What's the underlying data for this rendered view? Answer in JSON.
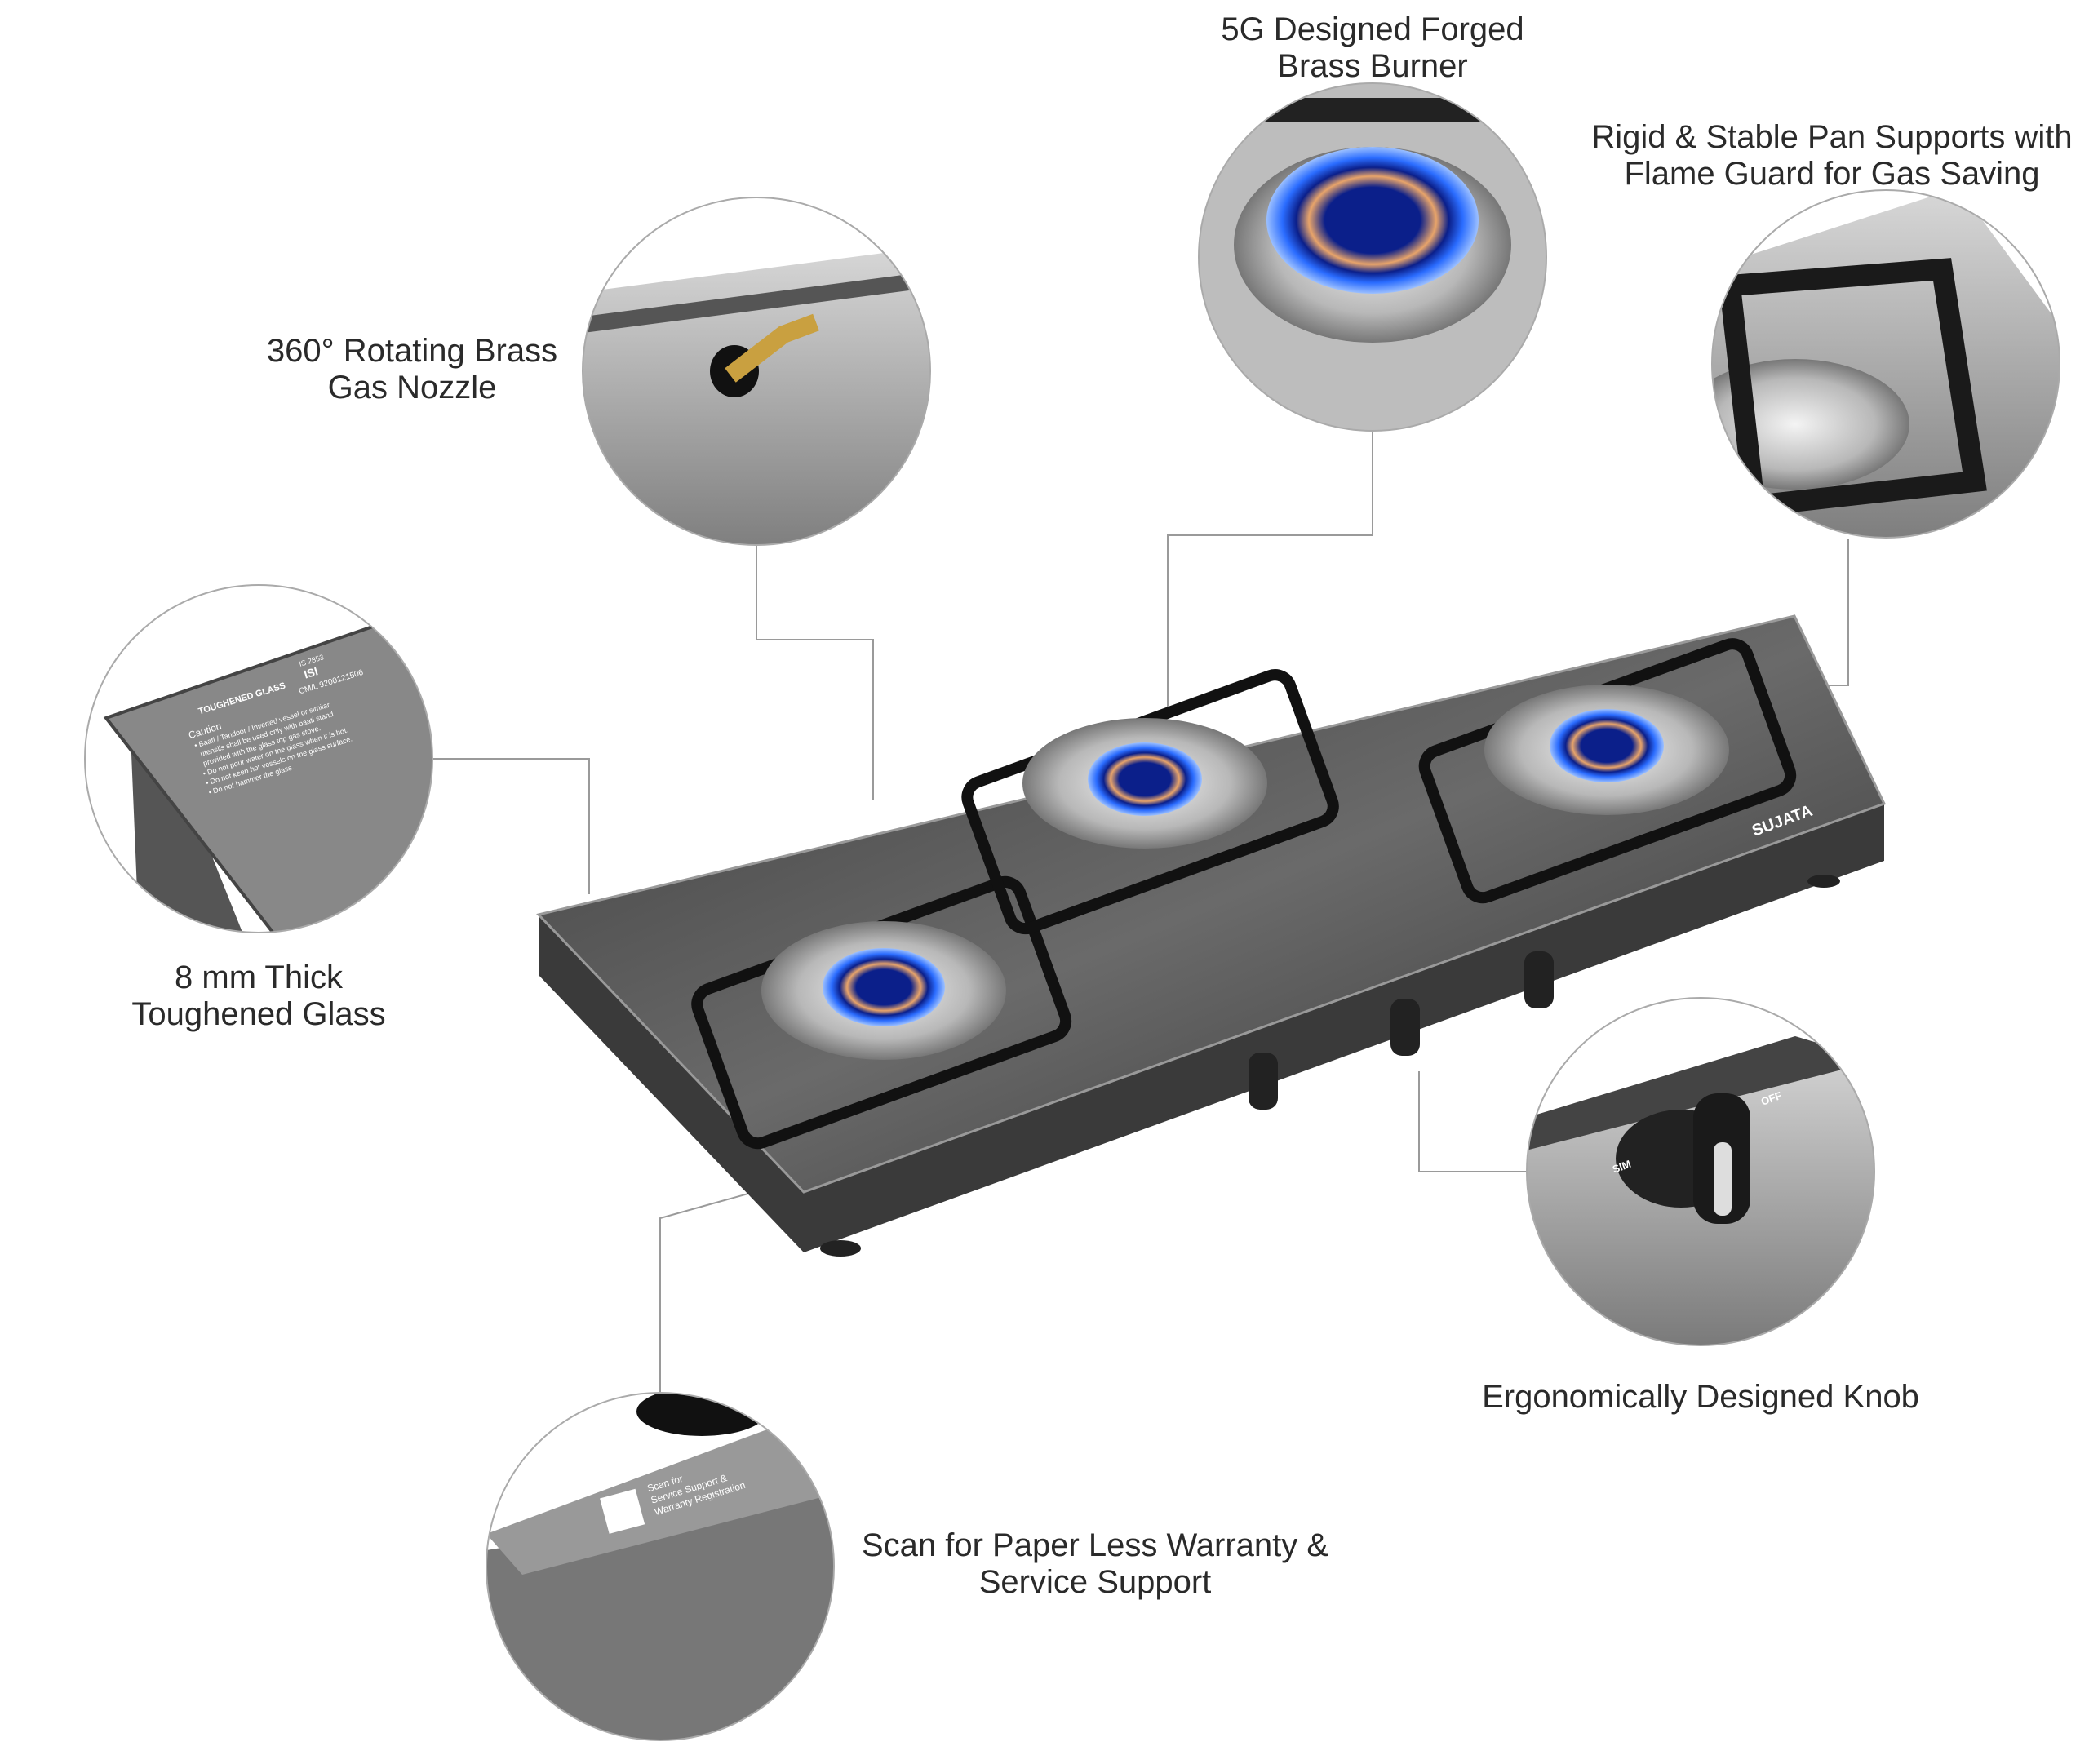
{
  "features": {
    "burner": {
      "line1": "5G Designed Forged",
      "line2": "Brass Burner"
    },
    "pan_support": {
      "line1": "Rigid & Stable Pan Supports with",
      "line2": "Flame Guard for Gas Saving"
    },
    "nozzle": {
      "line1": "360° Rotating Brass",
      "line2": "Gas Nozzle"
    },
    "glass": {
      "line1": "8 mm Thick",
      "line2": "Toughened Glass"
    },
    "knob": {
      "line1": "Ergonomically Designed Knob"
    },
    "warranty": {
      "line1": "Scan for Paper Less Warranty &",
      "line2": "Service Support"
    }
  },
  "glass_label": {
    "brand": "TOUGHENED GLASS",
    "cert": "IS 2853",
    "isi": "ISI",
    "cml": "CM/L 9200121506",
    "caution_title": "Caution",
    "caution_lines": [
      "• Baati / Tandoor / Inverted vessel or similar",
      "utensils shall be used only with baati stand",
      "provided with the glass top gas stove.",
      "• Do not pour water on the glass when it is hot.",
      "• Do not keep hot vessels on the glass surface.",
      "• Do not hammer the glass."
    ]
  },
  "knob_labels": {
    "sim": "SIM",
    "off": "OFF"
  },
  "qr_label": {
    "line1": "Scan for",
    "line2": "Service Support &",
    "line3": "Warranty Registration"
  },
  "brand": "SUJATA",
  "colors": {
    "flame": "#2a6cff",
    "brass": "#e8a46a",
    "glass": "#4a4a4a",
    "accent_red": "#d42020"
  }
}
